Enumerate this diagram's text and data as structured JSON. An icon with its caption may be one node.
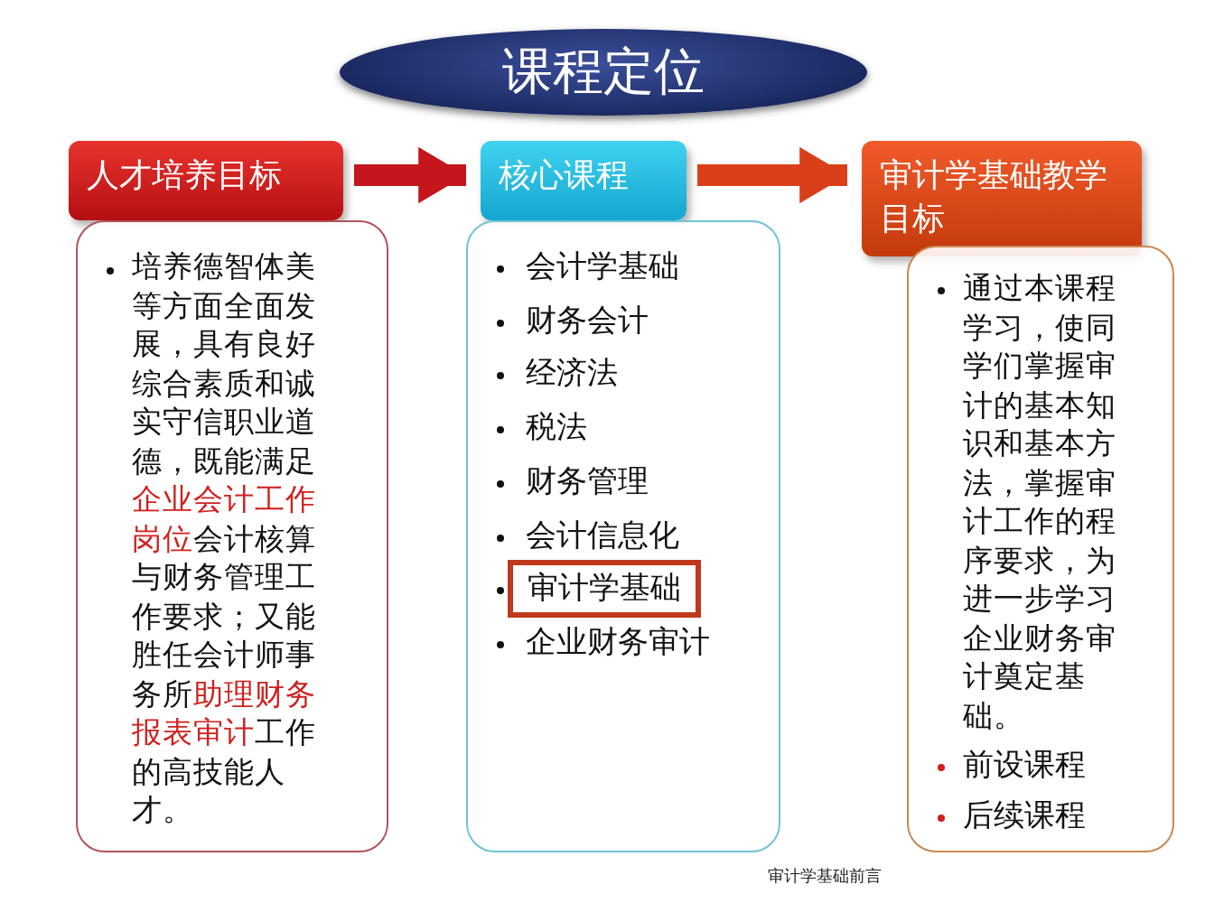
{
  "diagram": {
    "title": "课程定位",
    "nodes": [
      {
        "text": [
          "人才培养目标"
        ]
      },
      {
        "text": [
          "培养德智体美等方面全面发展，具有良好综合素质和诚实守信职业道德，既能满足",
          "企业会计工作岗位",
          "会计核算与财务管理工作要求；又能胜任会计师事务所",
          "助理财务报表审计",
          "工作的高技能人才。"
        ]
      },
      {
        "text": [
          "核心课程"
        ]
      },
      {
        "text": [
          "会计学基础",
          "财务会计",
          "经济法",
          "税法",
          "财务管理",
          "会计信息化",
          "审计学基础",
          "企业财务审计"
        ]
      },
      {
        "text": [
          "审计学基础教学目标"
        ]
      },
      {
        "text": [
          "通过本课程学习，使同学们掌握审计的基本知识和基本方法，掌握审计工作的程序要求，为进一步学习企业财务审计奠定基础。",
          "前设课程",
          "后续课程"
        ]
      }
    ],
    "edges": [
      {
        "from": 0,
        "to": 2,
        "arrow": "to"
      },
      {
        "from": 2,
        "to": 4,
        "arrow": "to"
      }
    ],
    "labels": [
      "审计学基础前言"
    ]
  }
}
